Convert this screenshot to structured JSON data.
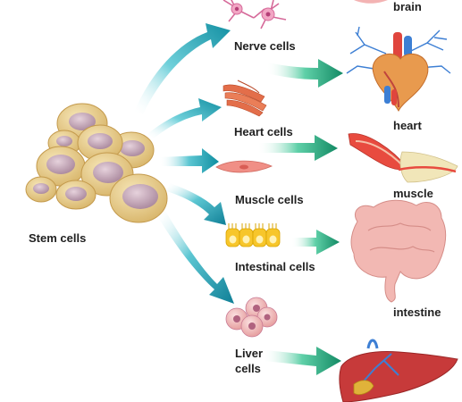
{
  "stem": {
    "label": "Stem cells"
  },
  "cell_types": [
    {
      "label": "Nerve cells"
    },
    {
      "label": "Heart cells"
    },
    {
      "label": "Muscle cells"
    },
    {
      "label": "Intestinal cells"
    },
    {
      "label": "Liver",
      "label2": "cells"
    }
  ],
  "organs": [
    {
      "label": "brain"
    },
    {
      "label": "heart"
    },
    {
      "label": "muscle"
    },
    {
      "label": "intestine"
    }
  ],
  "colors": {
    "arrow_cyan": "#1aa7b8",
    "arrow_green": "#1a9e73",
    "stem_cell": "#e7cf8e",
    "nucleus": "#c9a3b6"
  }
}
